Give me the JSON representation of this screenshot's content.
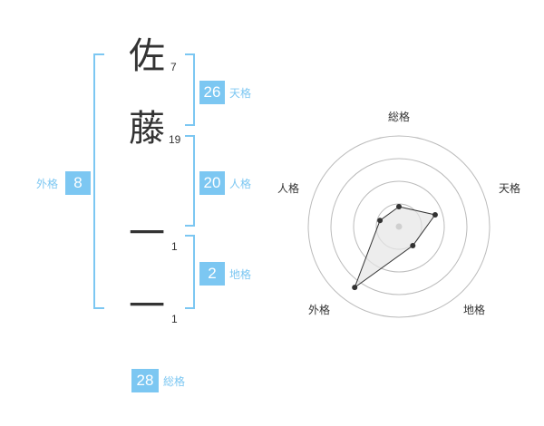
{
  "name": {
    "chars": [
      {
        "char": "佐",
        "strokes": "7"
      },
      {
        "char": "藤",
        "strokes": "19"
      },
      {
        "char": "一",
        "strokes": "1"
      },
      {
        "char": "一",
        "strokes": "1"
      }
    ]
  },
  "kaku": {
    "tenkaku": {
      "value": "26",
      "label": "天格"
    },
    "jinkaku": {
      "value": "20",
      "label": "人格"
    },
    "chikaku": {
      "value": "2",
      "label": "地格"
    },
    "gaikaku": {
      "value": "8",
      "label": "外格"
    },
    "soukaku": {
      "value": "28",
      "label": "総格"
    }
  },
  "radar": {
    "axes": [
      "総格",
      "天格",
      "地格",
      "外格",
      "人格"
    ],
    "values": [
      0.22,
      0.42,
      0.26,
      0.83,
      0.22
    ],
    "ring_count": 4
  },
  "colors": {
    "accent": "#7cc7f2",
    "text": "#333333",
    "grid": "#bbbbbb",
    "polygon_fill": "#e6e6e6"
  }
}
